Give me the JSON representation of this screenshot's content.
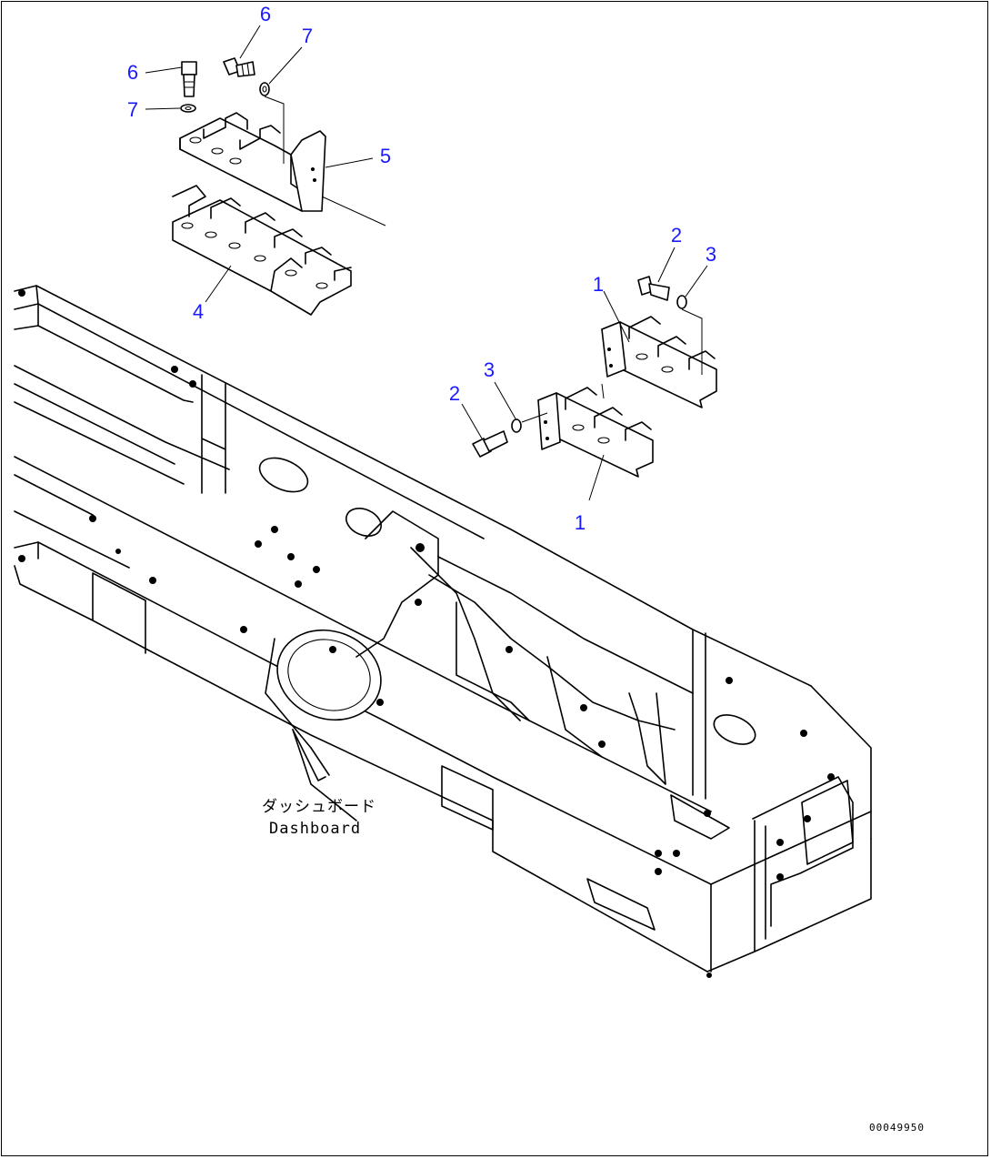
{
  "diagram": {
    "callouts": [
      {
        "id": "c6-top",
        "label": "6"
      },
      {
        "id": "c7-top",
        "label": "7"
      },
      {
        "id": "c6-left",
        "label": "6"
      },
      {
        "id": "c7-left",
        "label": "7"
      },
      {
        "id": "c5",
        "label": "5"
      },
      {
        "id": "c4",
        "label": "4"
      },
      {
        "id": "c2-top",
        "label": "2"
      },
      {
        "id": "c3-top",
        "label": "3"
      },
      {
        "id": "c1-top",
        "label": "1"
      },
      {
        "id": "c3-mid",
        "label": "3"
      },
      {
        "id": "c2-mid",
        "label": "2"
      },
      {
        "id": "c1-bottom",
        "label": "1"
      }
    ],
    "annotation": {
      "japanese": "ダッシュボード",
      "english": "Dashboard"
    },
    "drawing_code": "00049950",
    "callout_color": "#1a1aff"
  }
}
